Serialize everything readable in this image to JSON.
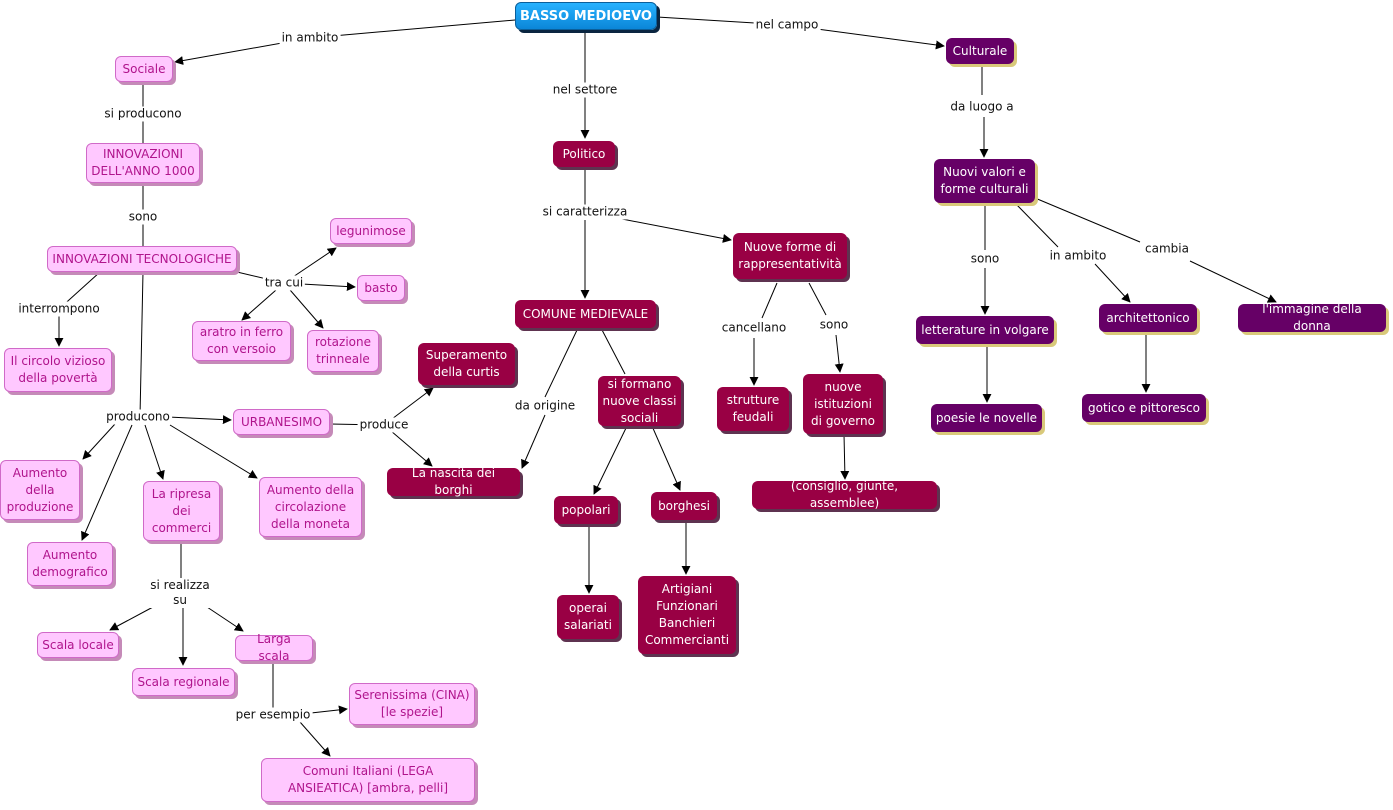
{
  "nodes": {
    "root": "BASSO MEDIOEVO",
    "sociale": "Sociale",
    "politico": "Politico",
    "culturale": "Culturale",
    "innov1000": "INNOVAZIONI DELL'ANNO 1000",
    "innovtec": "INNOVAZIONI TECNOLOGICHE",
    "legunimose": "legunimose",
    "basto": "basto",
    "aratro": "aratro in ferro con versoio",
    "rotazione": "rotazione trinneale",
    "circolo": "Il circolo vizioso della povertà",
    "urbanesimo": "URBANESIMO",
    "superamento": "Superamento della curtis",
    "nascita": "La nascita dei borghi",
    "aumprod": "Aumento della produzione",
    "aumdemo": "Aumento demografico",
    "ripresa": "La ripresa dei commerci",
    "aummoneta": "Aumento della circolazione della moneta",
    "scalalocale": "Scala locale",
    "scalaregionale": "Scala regionale",
    "largascala": "Larga scala",
    "serenissima": "Serenissima (CINA) [le spezie]",
    "comuniitaliani": "Comuni Italiani (LEGA ANSIEATICA) [ambra, pelli]",
    "comune": "COMUNE MEDIEVALE",
    "nuoveforme": "Nuove forme di rappresentatività",
    "classi": "si formano nuove classi sociali",
    "popolari": "popolari",
    "borghesi": "borghesi",
    "operai": "operai salariati",
    "artigiani": "Artigiani Funzionari Banchieri Commercianti",
    "strutture": "strutture feudali",
    "istituzioni": "nuove istituzioni di governo",
    "consiglio": "(consiglio, giunte, assemblee)",
    "valori": "Nuovi valori e forme culturali",
    "letterature": "letterature in volgare",
    "poesie": "poesie le novelle",
    "architettonico": "architettonico",
    "gotico": "gotico e pittoresco",
    "donna": "l'immagine della donna"
  },
  "links": {
    "in_ambito": "in ambito",
    "nel_settore": "nel settore",
    "nel_campo": "nel campo",
    "si_producono": "si producono",
    "sono": "sono",
    "tra_cui": "tra cui",
    "interrompono": "interrompono",
    "producono": "producono",
    "produce": "produce",
    "si_realizza_su": "si realizza su",
    "per_esempio": "per esempio",
    "si_caratterizza": "si caratterizza",
    "da_origine": "da origine",
    "cancellano": "cancellano",
    "sono2": "sono",
    "da_luogo_a": "da luogo a",
    "sono3": "sono",
    "in_ambito2": "in ambito",
    "cambia": "cambia"
  },
  "colors": {
    "root": "#1aa3f5",
    "sociale": "#ffc8ff",
    "politico": "#990044",
    "culturale": "#660066"
  }
}
